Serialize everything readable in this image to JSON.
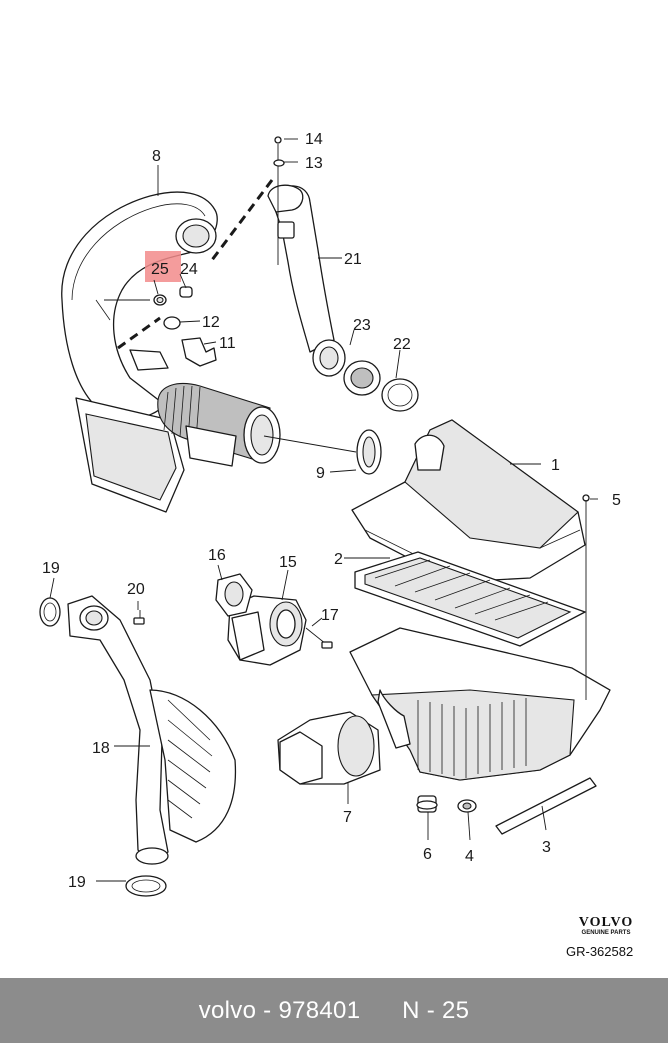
{
  "diagram": {
    "labels": {
      "p1": "1",
      "p2": "2",
      "p3": "3",
      "p4": "4",
      "p5": "5",
      "p6": "6",
      "p7": "7",
      "p8": "8",
      "p9": "9",
      "p11": "11",
      "p12": "12",
      "p13": "13",
      "p14": "14",
      "p15": "15",
      "p16": "16",
      "p17": "17",
      "p18": "18",
      "p19a": "19",
      "p19b": "19",
      "p20": "20",
      "p21": "21",
      "p22": "22",
      "p23": "23",
      "p24": "24",
      "p25": "25"
    },
    "highlighted_part": "25",
    "highlight_color": "#f28b8b"
  },
  "brand": {
    "logo_text": "VOLVO",
    "subtitle": "GENUINE PARTS",
    "reference": "GR-362582"
  },
  "footer": {
    "brand": "volvo",
    "separator": " - ",
    "part_number": "978401",
    "position_label": "N - 25"
  }
}
